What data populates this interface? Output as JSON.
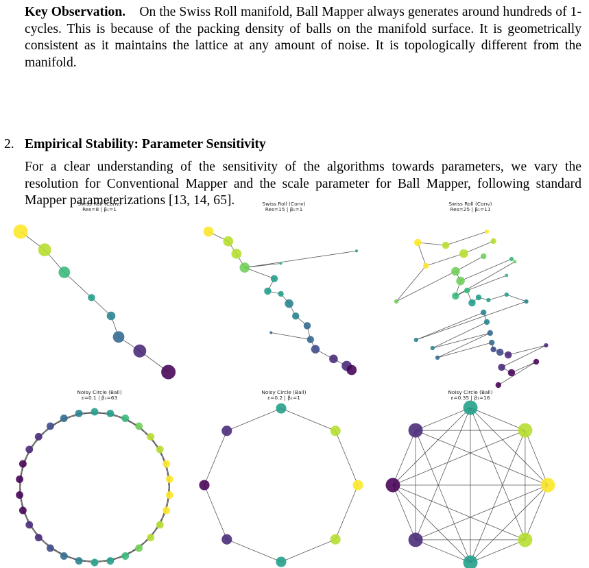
{
  "key_observation": {
    "heading": "Key Observation.",
    "text": "On the Swiss Roll manifold, Ball Mapper always generates around hundreds of 1-cycles. This is because of the packing density of balls on the manifold surface. It is geometrically consistent as it maintains the lattice at any amount of noise. It is topologically different from the manifold."
  },
  "section": {
    "number": "2.",
    "title": "Empirical Stability: Parameter Sensitivity",
    "text": "For a clear understanding of the sensitivity of the algorithms towards parameters, we vary the resolution for Conventional Mapper and the scale parameter for Ball Mapper, following standard Mapper parameterizations [13, 14, 65]."
  },
  "colormap": [
    "#440154",
    "#482878",
    "#3e4989",
    "#31688e",
    "#26828e",
    "#1f9e89",
    "#35b779",
    "#6ece58",
    "#b5de2b",
    "#fde725"
  ],
  "chart_data": [
    {
      "type": "graph",
      "title": "Swiss Roll (Conv)",
      "subtitle": "Res=8 | β₁=1",
      "nodes": [
        {
          "x": 0.0,
          "y": 0.0,
          "size": 5,
          "value": 0.99
        },
        {
          "x": 0.16,
          "y": 0.13,
          "size": 4.5,
          "value": 0.85
        },
        {
          "x": 0.29,
          "y": 0.29,
          "size": 4,
          "value": 0.72
        },
        {
          "x": 0.47,
          "y": 0.47,
          "size": 2.5,
          "value": 0.55
        },
        {
          "x": 0.6,
          "y": 0.6,
          "size": 3,
          "value": 0.42
        },
        {
          "x": 0.65,
          "y": 0.75,
          "size": 4,
          "value": 0.3
        },
        {
          "x": 0.79,
          "y": 0.85,
          "size": 4.5,
          "value": 0.15
        },
        {
          "x": 0.98,
          "y": 1.0,
          "size": 5,
          "value": 0.02
        }
      ],
      "edges": [
        [
          0,
          1
        ],
        [
          1,
          2
        ],
        [
          2,
          3
        ],
        [
          3,
          4
        ],
        [
          4,
          5
        ],
        [
          5,
          6
        ],
        [
          6,
          7
        ]
      ]
    },
    {
      "type": "graph",
      "title": "Swiss Roll (Conv)",
      "subtitle": "Res=15 | β₁=1",
      "nodes": [
        {
          "x": 0.0,
          "y": 0.0,
          "size": 3.5,
          "value": 0.99
        },
        {
          "x": 0.12,
          "y": 0.07,
          "size": 3.5,
          "value": 0.92
        },
        {
          "x": 0.17,
          "y": 0.16,
          "size": 3.5,
          "value": 0.84
        },
        {
          "x": 0.22,
          "y": 0.26,
          "size": 3.5,
          "value": 0.76
        },
        {
          "x": 0.44,
          "y": 0.23,
          "size": 1,
          "value": 0.64
        },
        {
          "x": 0.9,
          "y": 0.14,
          "size": 1,
          "value": 0.6
        },
        {
          "x": 0.4,
          "y": 0.34,
          "size": 2.5,
          "value": 0.58
        },
        {
          "x": 0.36,
          "y": 0.43,
          "size": 2.5,
          "value": 0.53
        },
        {
          "x": 0.44,
          "y": 0.45,
          "size": 2,
          "value": 0.5
        },
        {
          "x": 0.49,
          "y": 0.52,
          "size": 3,
          "value": 0.46
        },
        {
          "x": 0.53,
          "y": 0.61,
          "size": 2.5,
          "value": 0.4
        },
        {
          "x": 0.6,
          "y": 0.68,
          "size": 2.5,
          "value": 0.35
        },
        {
          "x": 0.62,
          "y": 0.78,
          "size": 2.5,
          "value": 0.3
        },
        {
          "x": 0.38,
          "y": 0.73,
          "size": 1,
          "value": 0.28
        },
        {
          "x": 0.65,
          "y": 0.85,
          "size": 3,
          "value": 0.24
        },
        {
          "x": 0.76,
          "y": 0.92,
          "size": 3,
          "value": 0.16
        },
        {
          "x": 0.84,
          "y": 0.97,
          "size": 3.5,
          "value": 0.09
        },
        {
          "x": 0.87,
          "y": 1.0,
          "size": 3.5,
          "value": 0.02
        }
      ],
      "edges": [
        [
          0,
          1
        ],
        [
          1,
          2
        ],
        [
          2,
          3
        ],
        [
          3,
          4
        ],
        [
          3,
          5
        ],
        [
          3,
          6
        ],
        [
          6,
          7
        ],
        [
          7,
          8
        ],
        [
          8,
          9
        ],
        [
          9,
          10
        ],
        [
          10,
          11
        ],
        [
          11,
          12
        ],
        [
          12,
          13
        ],
        [
          12,
          14
        ],
        [
          14,
          15
        ],
        [
          15,
          16
        ],
        [
          16,
          17
        ]
      ]
    },
    {
      "type": "graph",
      "title": "Swiss Roll (Conv)",
      "subtitle": "Res=25 | β₁=11",
      "nodes": [
        {
          "x": 0.55,
          "y": 0.0,
          "size": 1.5,
          "value": 0.97
        },
        {
          "x": 0.3,
          "y": 0.1,
          "size": 2.5,
          "value": 0.93
        },
        {
          "x": 0.13,
          "y": 0.08,
          "size": 2.5,
          "value": 0.99
        },
        {
          "x": 0.59,
          "y": 0.07,
          "size": 2,
          "value": 0.88
        },
        {
          "x": 0.41,
          "y": 0.16,
          "size": 3,
          "value": 0.9
        },
        {
          "x": 0.18,
          "y": 0.25,
          "size": 2,
          "value": 0.95
        },
        {
          "x": 0.0,
          "y": 0.51,
          "size": 1.5,
          "value": 0.8
        },
        {
          "x": 0.53,
          "y": 0.18,
          "size": 2,
          "value": 0.78
        },
        {
          "x": 0.7,
          "y": 0.2,
          "size": 1.5,
          "value": 0.68
        },
        {
          "x": 0.72,
          "y": 0.22,
          "size": 1.2,
          "value": 0.74
        },
        {
          "x": 0.67,
          "y": 0.32,
          "size": 1.2,
          "value": 0.7
        },
        {
          "x": 0.36,
          "y": 0.29,
          "size": 3,
          "value": 0.82
        },
        {
          "x": 0.39,
          "y": 0.36,
          "size": 3,
          "value": 0.76
        },
        {
          "x": 0.36,
          "y": 0.47,
          "size": 2.5,
          "value": 0.7
        },
        {
          "x": 0.43,
          "y": 0.43,
          "size": 2,
          "value": 0.66
        },
        {
          "x": 0.46,
          "y": 0.52,
          "size": 2.5,
          "value": 0.6
        },
        {
          "x": 0.5,
          "y": 0.48,
          "size": 2,
          "value": 0.55
        },
        {
          "x": 0.56,
          "y": 0.5,
          "size": 1.5,
          "value": 0.52
        },
        {
          "x": 0.67,
          "y": 0.46,
          "size": 1.5,
          "value": 0.5
        },
        {
          "x": 0.79,
          "y": 0.51,
          "size": 1.5,
          "value": 0.4
        },
        {
          "x": 0.53,
          "y": 0.59,
          "size": 2,
          "value": 0.48
        },
        {
          "x": 0.55,
          "y": 0.66,
          "size": 2,
          "value": 0.42
        },
        {
          "x": 0.12,
          "y": 0.79,
          "size": 1.5,
          "value": 0.45
        },
        {
          "x": 0.22,
          "y": 0.85,
          "size": 1.5,
          "value": 0.42
        },
        {
          "x": 0.25,
          "y": 0.92,
          "size": 1.5,
          "value": 0.35
        },
        {
          "x": 0.57,
          "y": 0.74,
          "size": 2,
          "value": 0.38
        },
        {
          "x": 0.58,
          "y": 0.81,
          "size": 2,
          "value": 0.3
        },
        {
          "x": 0.59,
          "y": 0.86,
          "size": 2,
          "value": 0.26
        },
        {
          "x": 0.63,
          "y": 0.88,
          "size": 2.5,
          "value": 0.2
        },
        {
          "x": 0.68,
          "y": 0.9,
          "size": 2.5,
          "value": 0.15
        },
        {
          "x": 0.64,
          "y": 0.99,
          "size": 2.5,
          "value": 0.1
        },
        {
          "x": 0.7,
          "y": 1.03,
          "size": 2.5,
          "value": 0.05
        },
        {
          "x": 0.85,
          "y": 0.95,
          "size": 2,
          "value": 0.03
        },
        {
          "x": 0.91,
          "y": 0.83,
          "size": 1.5,
          "value": 0.08
        },
        {
          "x": 0.62,
          "y": 1.12,
          "size": 2,
          "value": 0.02
        }
      ],
      "edges": [
        [
          0,
          1
        ],
        [
          1,
          2
        ],
        [
          3,
          4
        ],
        [
          4,
          5
        ],
        [
          5,
          6
        ],
        [
          2,
          5
        ],
        [
          7,
          11
        ],
        [
          11,
          6
        ],
        [
          8,
          12
        ],
        [
          9,
          13
        ],
        [
          12,
          13
        ],
        [
          13,
          14
        ],
        [
          14,
          15
        ],
        [
          15,
          16
        ],
        [
          16,
          17
        ],
        [
          17,
          18
        ],
        [
          18,
          19
        ],
        [
          19,
          22
        ],
        [
          22,
          20
        ],
        [
          20,
          21
        ],
        [
          21,
          23
        ],
        [
          23,
          25
        ],
        [
          25,
          24
        ],
        [
          24,
          26
        ],
        [
          26,
          27
        ],
        [
          27,
          28
        ],
        [
          28,
          29
        ],
        [
          29,
          33
        ],
        [
          33,
          30
        ],
        [
          30,
          31
        ],
        [
          31,
          32
        ],
        [
          32,
          34
        ],
        [
          10,
          14
        ],
        [
          11,
          12
        ]
      ]
    },
    {
      "type": "graph",
      "title": "Noisy Circle (Ball)",
      "subtitle": "ε=0.1 | β₁=63",
      "layout": "circle",
      "node_count": 30,
      "edges_pattern": "dense-ring"
    },
    {
      "type": "graph",
      "title": "Noisy Circle (Ball)",
      "subtitle": "ε=0.2 | β₁=1",
      "layout": "circle",
      "node_count": 8,
      "edges_pattern": "ring"
    },
    {
      "type": "graph",
      "title": "Noisy Circle (Ball)",
      "subtitle": "ε=0.35 | β₁=16",
      "layout": "circle",
      "node_count": 8,
      "edges_pattern": "near-complete"
    }
  ]
}
